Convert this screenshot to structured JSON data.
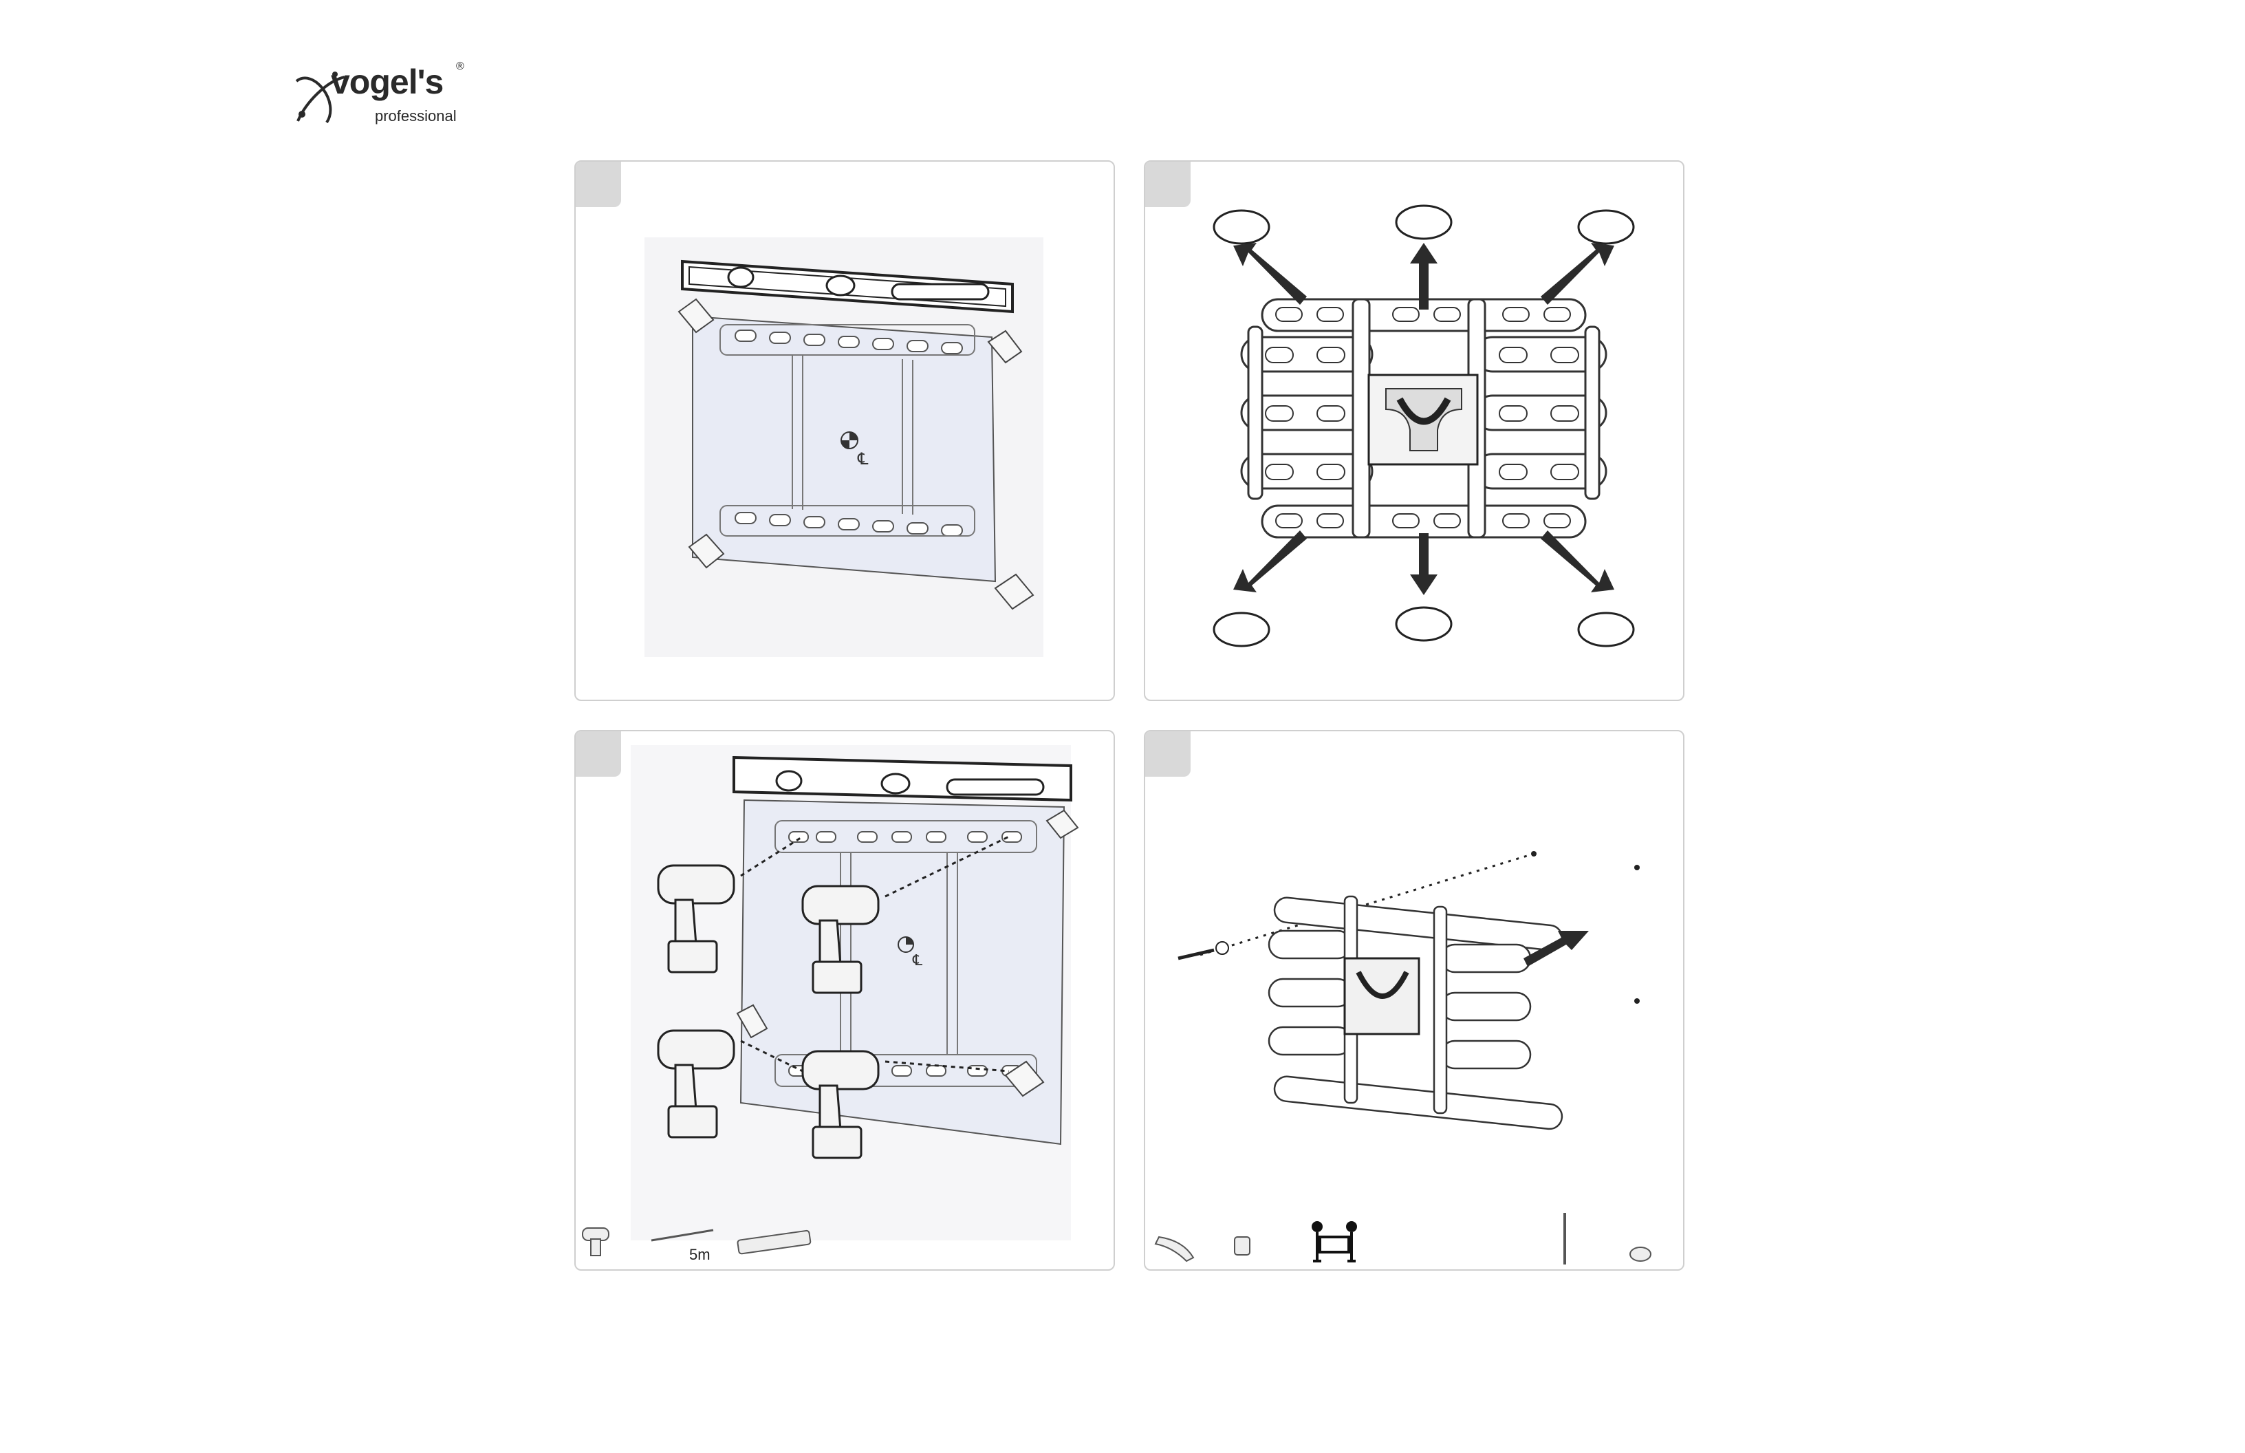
{
  "logo": {
    "brand": "vogel's",
    "registered": "®",
    "tagline": "professional"
  },
  "panels": [
    {
      "id": "panel-1",
      "steps": "wall-level-template"
    },
    {
      "id": "panel-2",
      "steps": "extend-arms"
    },
    {
      "id": "panel-3",
      "steps": "drill-holes",
      "tools": {
        "tape_measure_label": "5m"
      }
    },
    {
      "id": "panel-4",
      "steps": "mount-bracket"
    }
  ],
  "colors": {
    "border": "#cfcfcf",
    "step_tab": "#d9d9d9",
    "line": "#222222",
    "arrow": "#2b2b2b",
    "fill_light": "#eef0f6"
  }
}
